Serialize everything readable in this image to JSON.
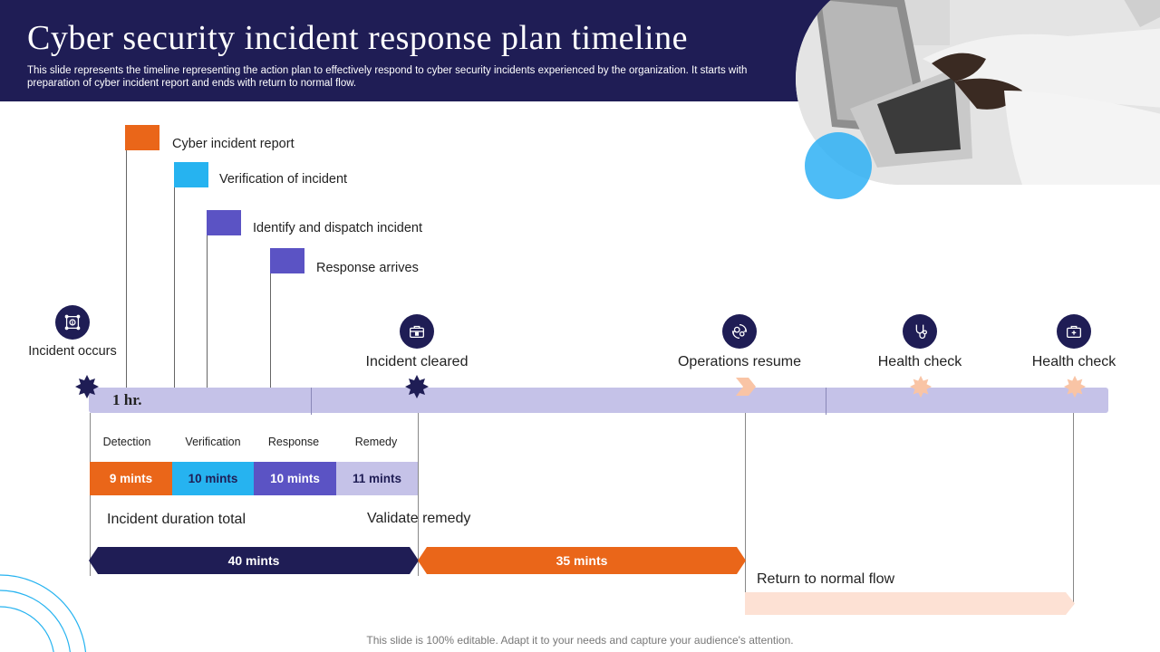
{
  "header": {
    "title": "Cyber security incident response plan timeline",
    "subtitle": "This slide represents the timeline representing the action plan to effectively  respond to cyber security incidents experienced by the organization. It starts with preparation of cyber incident report and ends with return to normal flow."
  },
  "colors": {
    "navy": "#1f1d55",
    "orange": "#ea6619",
    "sky": "#26b3f0",
    "indigo": "#5b53c4",
    "lavender": "#c5c2e8",
    "peach": "#fde1d4"
  },
  "flags": [
    {
      "label": "Cyber incident report",
      "color": "#ea6619"
    },
    {
      "label": "Verification of incident",
      "color": "#26b3f0"
    },
    {
      "label": "Identify and dispatch incident",
      "color": "#5b53c4"
    },
    {
      "label": "Response arrives",
      "color": "#5b53c4"
    }
  ],
  "timeline": {
    "unit_label": "1 hr."
  },
  "milestones": {
    "incident_occurs": {
      "label": "Incident occurs",
      "icon": "alert-network-icon"
    },
    "incident_cleared": {
      "label": "Incident cleared",
      "icon": "briefcase-icon"
    },
    "operations_resume": {
      "label": "Operations resume",
      "icon": "gears-icon"
    },
    "health_check_1": {
      "label": "Health check",
      "icon": "stethoscope-icon"
    },
    "health_check_2": {
      "label": "Health check",
      "icon": "medical-kit-icon"
    }
  },
  "phases": [
    {
      "name": "Detection",
      "duration": "9 mints",
      "color": "#ea6619"
    },
    {
      "name": "Verification",
      "duration": "10 mints",
      "color": "#26b3f0"
    },
    {
      "name": "Response",
      "duration": "10 mints",
      "color": "#5b53c4"
    },
    {
      "name": "Remedy",
      "duration": "11 mints",
      "color": "#c5c2e8"
    }
  ],
  "spans": {
    "incident_duration_label": "Incident duration total",
    "incident_duration_value": "40 mints",
    "validate_remedy_label": "Validate remedy",
    "validate_remedy_value": "35 mints",
    "return_normal_label": "Return to normal flow"
  },
  "footer": "This slide is 100% editable. Adapt it to your needs and capture your audience's attention."
}
